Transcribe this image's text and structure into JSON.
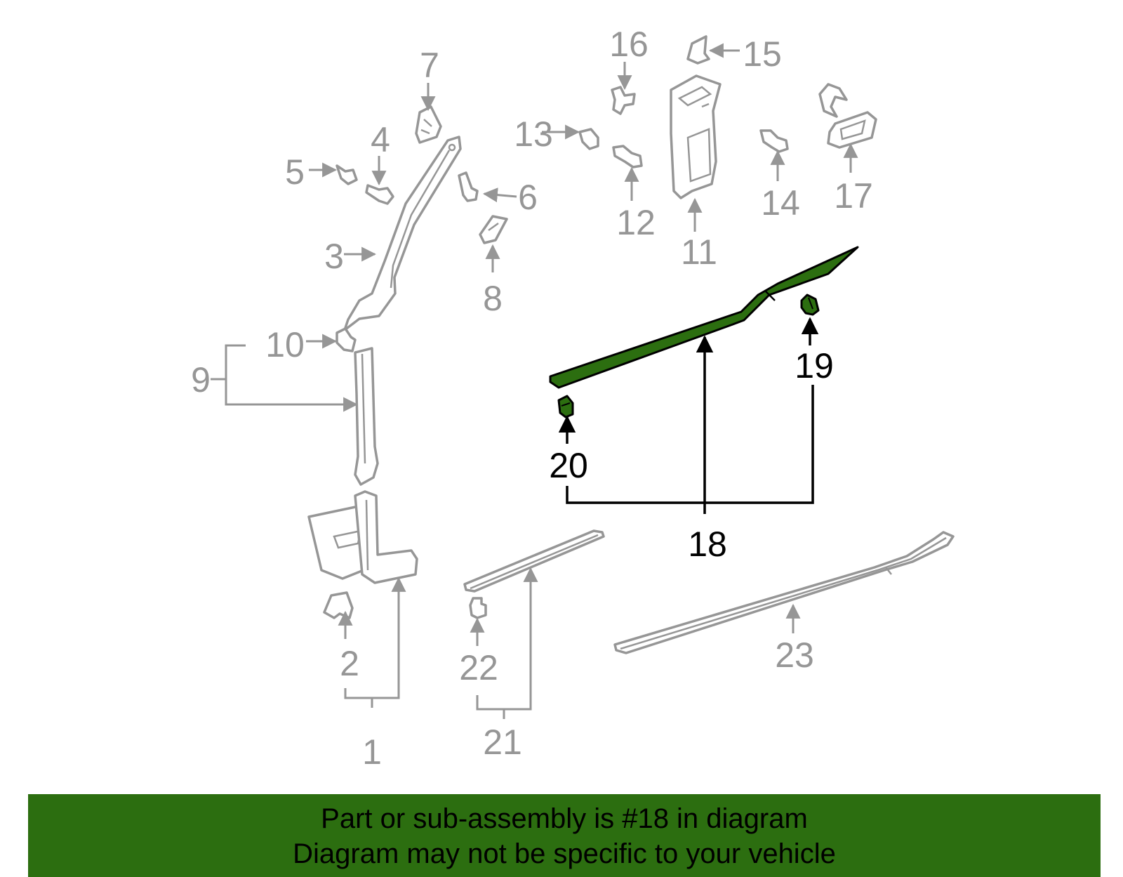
{
  "labels": {
    "n1": "1",
    "n2": "2",
    "n3": "3",
    "n4": "4",
    "n5": "5",
    "n6": "6",
    "n7": "7",
    "n8": "8",
    "n9": "9",
    "n10": "10",
    "n11": "11",
    "n12": "12",
    "n13": "13",
    "n14": "14",
    "n15": "15",
    "n16": "16",
    "n17": "17",
    "n18": "18",
    "n19": "19",
    "n20": "20",
    "n21": "21",
    "n22": "22",
    "n23": "23"
  },
  "highlight": {
    "part_number": "18",
    "color": "#2c6e10"
  },
  "colors": {
    "other_parts": "#969696",
    "highlighted_outline": "#000000"
  },
  "footer": {
    "line1": "Part or sub-assembly is #18 in diagram",
    "line2": "Diagram may not be specific to your vehicle"
  }
}
